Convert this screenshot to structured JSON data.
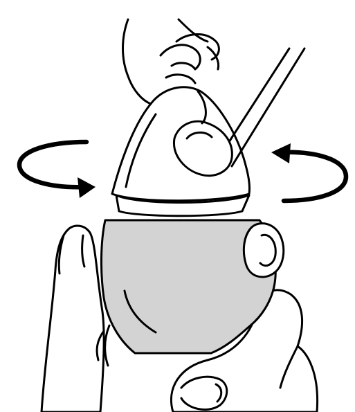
{
  "illustration": {
    "colors": {
      "ink": "#000000",
      "background": "#ffffff",
      "device_body": "#d3d3d3"
    },
    "elements": [
      "top-hand",
      "bottom-hand",
      "twist-cap",
      "device-body",
      "rotate-arrow-left",
      "rotate-arrow-right"
    ]
  }
}
